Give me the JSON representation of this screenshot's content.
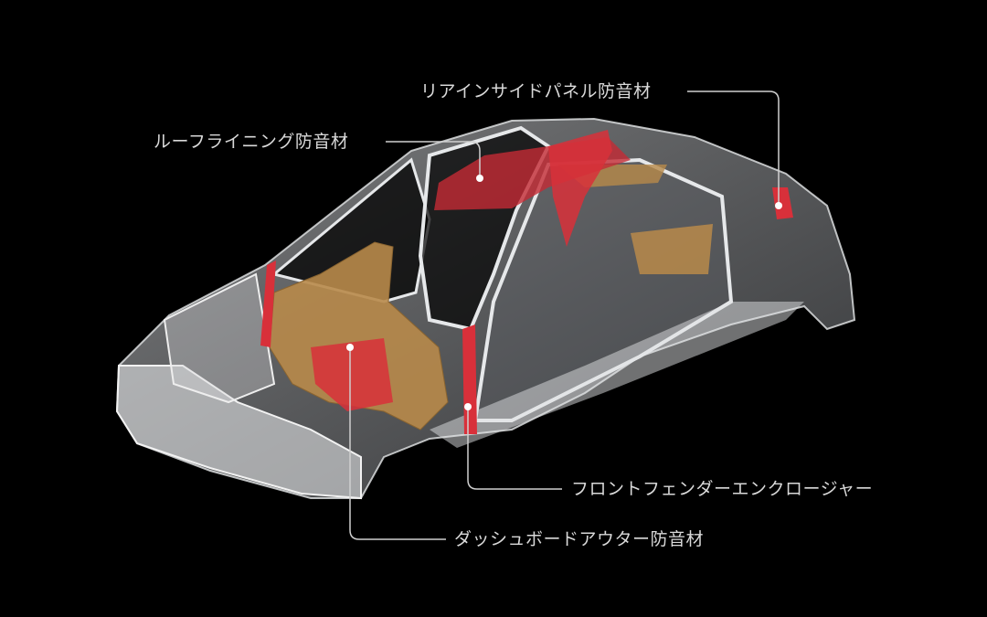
{
  "labels": {
    "rear_inside_panel": "リアインサイドパネル防音材",
    "roof_lining": "ルーフライニング防音材",
    "front_fender_enclosure": "フロントフェンダーエンクロージャー",
    "dashboard_outer": "ダッシュボードアウター防音材"
  },
  "colors": {
    "background": "#000000",
    "body_frame": "#cfd2d6",
    "insulation_red": "#d8303a",
    "insulation_tan": "#b88a4a",
    "leader_line": "#cfcfcf"
  }
}
